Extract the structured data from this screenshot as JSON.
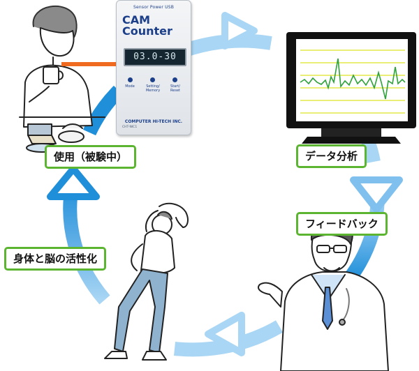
{
  "device": {
    "top_labels": "Sensor  Power  USB",
    "brand_line1": "CAM",
    "brand_line2": "Counter",
    "display": "03.0-30",
    "button_mode": "Mode",
    "button_setting": "Setting/ Memory",
    "button_start": "Start/ Reset",
    "maker": "COMPUTER HI-TECH INC.",
    "model": "CHT-NIC1"
  },
  "labels": {
    "use": "使用（被験中）",
    "analysis": "データ分析",
    "feedback": "フィードバック",
    "activation": "身体と脳の活性化"
  },
  "colors": {
    "cycle_light": "#a9d6f4",
    "cycle_dark": "#1f8fd9",
    "label_border": "#5cb531",
    "sensor_cable": "#f06a20",
    "signal": "#2ea23a",
    "gridline": "#e3e84a"
  },
  "icons": {
    "person_drinking": "person-drinking-icon",
    "monitor": "monitor-icon",
    "doctor": "doctor-icon",
    "stretching": "person-stretching-icon"
  }
}
